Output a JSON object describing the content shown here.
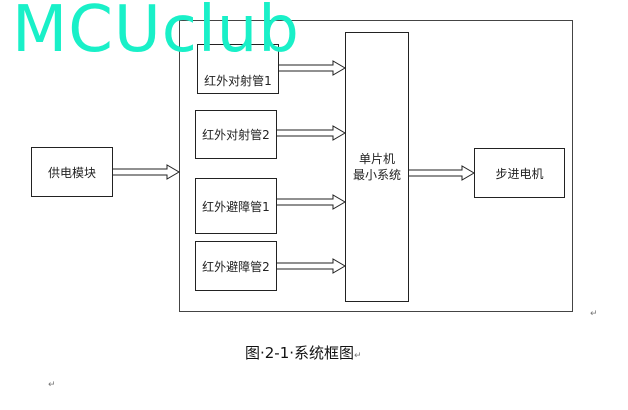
{
  "watermark": "MCUclub",
  "blocks": {
    "ir_pair_1": "红外对射管1",
    "ir_pair_2": "红外对射管2",
    "power": "供电模块",
    "ir_avoid_1": "红外避障管1",
    "ir_avoid_2": "红外避障管2",
    "mcu_line1": "单片机",
    "mcu_line2": "最小系统",
    "stepper": "步进电机"
  },
  "caption": "图·2-1·系统框图",
  "para_mark": "↵",
  "colors": {
    "watermark": "#19f0c8",
    "line": "#222222"
  }
}
